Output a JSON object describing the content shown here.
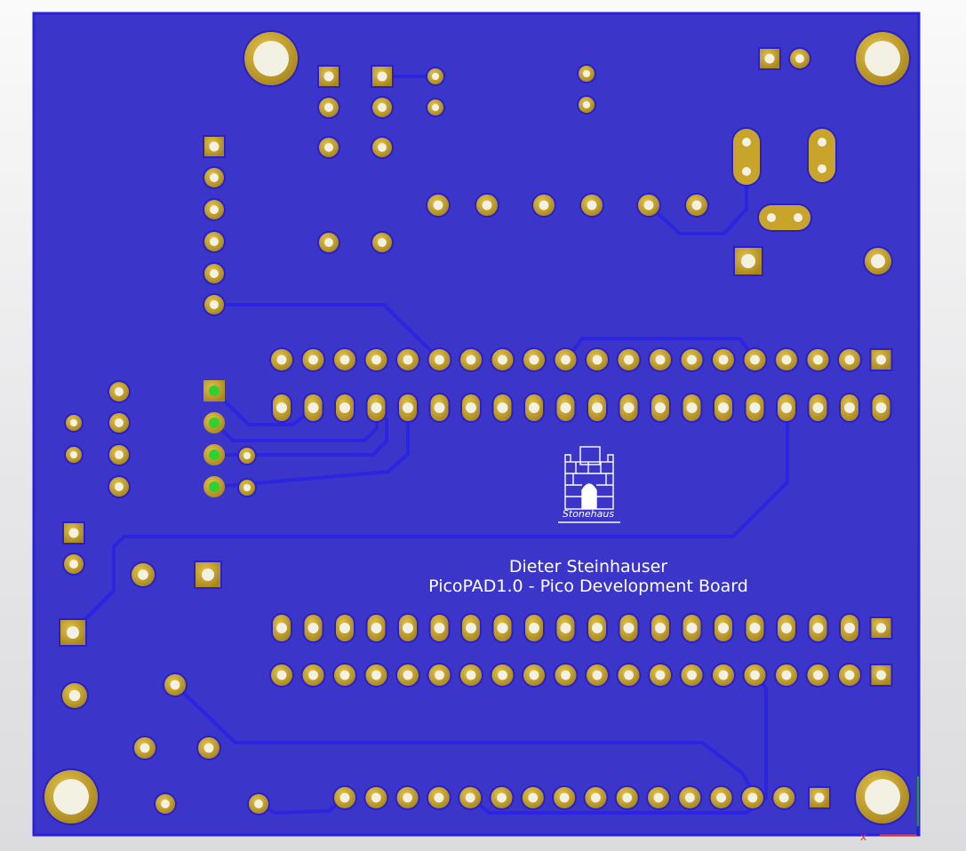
{
  "view": {
    "background": "#ececee",
    "board_color": "#3b35c9",
    "copper_color": "#2f26d6",
    "pad_color": "#c8a52a",
    "hole_color": "#f3f1e4",
    "silk_color": "#ffffff"
  },
  "silkscreen": {
    "author": "Dieter Steinhauser",
    "board_name": "PicoPAD1.0 - Pico Development Board",
    "logo_text": "Stonehaus"
  },
  "axis_indicator": {
    "x_color": "#e03030",
    "y_color": "#20a020",
    "z_color": "#2020d0"
  },
  "icons": [
    "stonehaus-castle-logo",
    "axis-gizmo-icon"
  ]
}
